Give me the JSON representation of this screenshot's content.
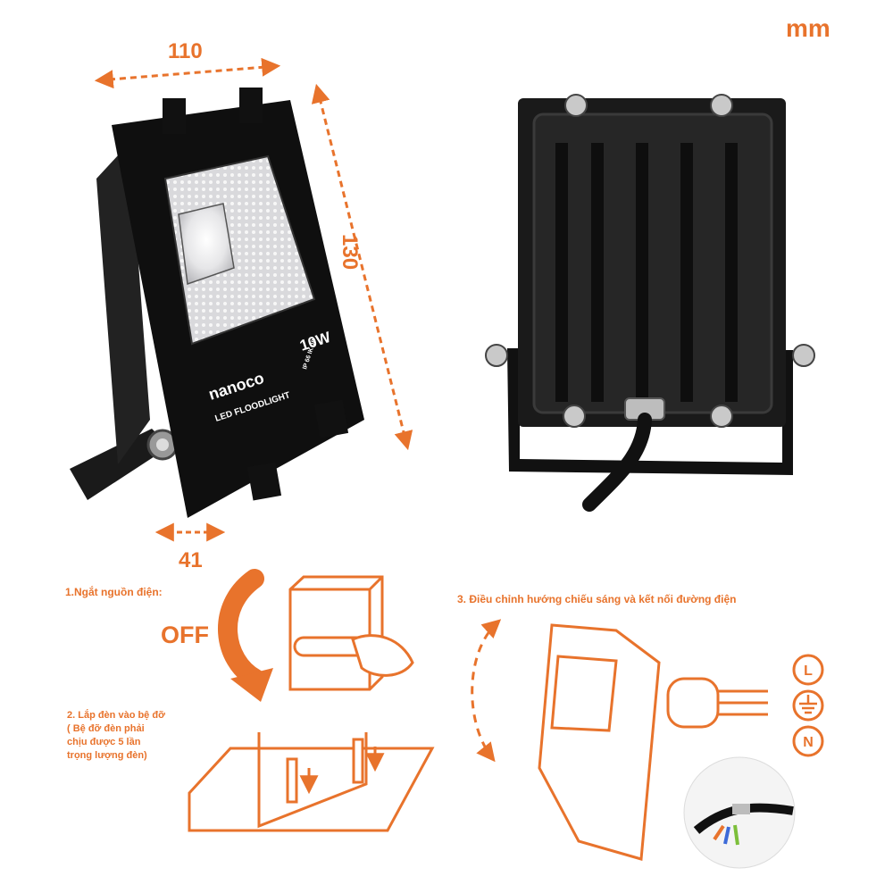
{
  "unit": "mm",
  "dimensions": {
    "width": "110",
    "height": "130",
    "depth": "41"
  },
  "product": {
    "brand": "nanoco",
    "type_label": "LED FLOODLIGHT",
    "wattage": "10W",
    "rating": "IP 66 IK 08"
  },
  "steps": {
    "step1": "1.Ngắt nguồn điện:",
    "off_label": "OFF",
    "step2_lines": [
      "2. Lắp đèn vào bệ đỡ",
      "( Bệ đỡ đèn phải",
      "chịu được 5 lần",
      "trọng lượng đèn)"
    ],
    "step3": "3. Điều chỉnh hướng chiếu sáng và kết nối đường điện"
  },
  "terminals": {
    "live": "L",
    "neutral": "N",
    "ground": "ground-icon"
  },
  "colors": {
    "accent": "#e8732c",
    "housing": "#111111",
    "background": "#ffffff"
  }
}
